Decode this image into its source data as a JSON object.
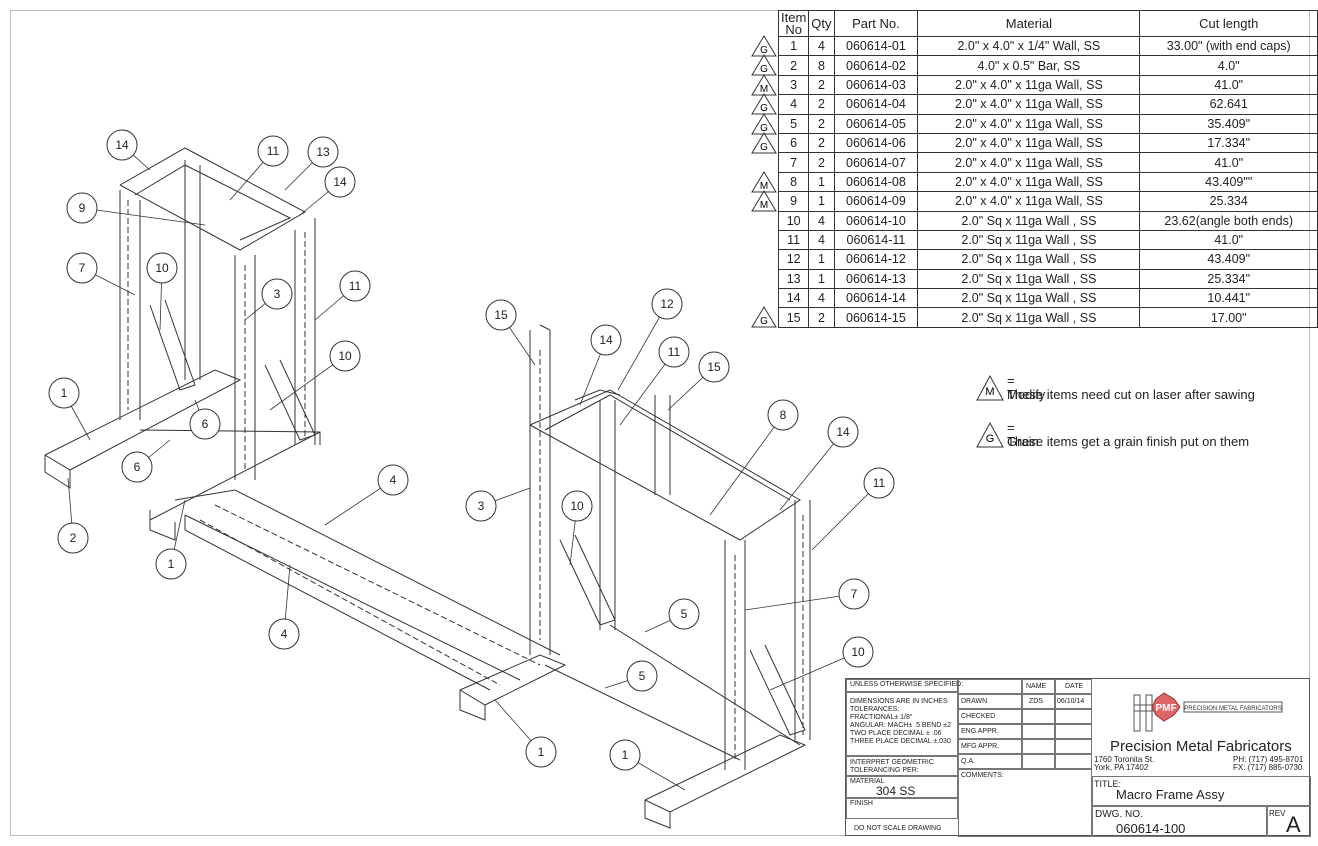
{
  "bom": {
    "headers": [
      "Item\nNo",
      "Qty",
      "Part No.",
      "Material",
      "Cut length"
    ],
    "rows": [
      {
        "item": "1",
        "qty": "4",
        "part": "060614-01",
        "material": "2.0\" x 4.0\" x 1/4\" Wall, SS",
        "cut": "33.00\" (with end caps)",
        "flag": "G"
      },
      {
        "item": "2",
        "qty": "8",
        "part": "060614-02",
        "material": "4.0\" x 0.5\" Bar, SS",
        "cut": "4.0\"",
        "flag": "G"
      },
      {
        "item": "3",
        "qty": "2",
        "part": "060614-03",
        "material": "2.0\" x 4.0\" x 11ga Wall, SS",
        "cut": "41.0\"",
        "flag": "M"
      },
      {
        "item": "4",
        "qty": "2",
        "part": "060614-04",
        "material": "2.0\" x 4.0\" x 11ga Wall, SS",
        "cut": "62.641",
        "flag": "G"
      },
      {
        "item": "5",
        "qty": "2",
        "part": "060614-05",
        "material": "2.0\" x 4.0\" x 11ga Wall, SS",
        "cut": "35.409\"",
        "flag": "G"
      },
      {
        "item": "6",
        "qty": "2",
        "part": "060614-06",
        "material": "2.0\" x 4.0\" x 11ga Wall, SS",
        "cut": "17.334\"",
        "flag": "G"
      },
      {
        "item": "7",
        "qty": "2",
        "part": "060614-07",
        "material": "2.0\" x 4.0\" x 11ga Wall, SS",
        "cut": "41.0\"",
        "flag": ""
      },
      {
        "item": "8",
        "qty": "1",
        "part": "060614-08",
        "material": "2.0\" x 4.0\" x 11ga Wall, SS",
        "cut": "43.409\"\"",
        "flag": "M"
      },
      {
        "item": "9",
        "qty": "1",
        "part": "060614-09",
        "material": "2.0\" x 4.0\" x 11ga Wall, SS",
        "cut": "25.334",
        "flag": "M"
      },
      {
        "item": "10",
        "qty": "4",
        "part": "060614-10",
        "material": "2.0\" Sq x 11ga Wall , SS",
        "cut": "23.62(angle both ends)",
        "flag": ""
      },
      {
        "item": "11",
        "qty": "4",
        "part": "060614-11",
        "material": "2.0\" Sq x 11ga Wall , SS",
        "cut": "41.0\"",
        "flag": ""
      },
      {
        "item": "12",
        "qty": "1",
        "part": "060614-12",
        "material": "2.0\" Sq x 11ga Wall , SS",
        "cut": "43.409\"",
        "flag": ""
      },
      {
        "item": "13",
        "qty": "1",
        "part": "060614-13",
        "material": "2.0\" Sq x 11ga Wall , SS",
        "cut": "25.334\"",
        "flag": ""
      },
      {
        "item": "14",
        "qty": "4",
        "part": "060614-14",
        "material": "2.0\" Sq x 11ga Wall , SS",
        "cut": "10.441\"",
        "flag": ""
      },
      {
        "item": "15",
        "qty": "2",
        "part": "060614-15",
        "material": "2.0\" Sq x 11ga Wall , SS",
        "cut": "17.00\"",
        "flag": "G"
      }
    ]
  },
  "legend": {
    "modify": {
      "symbol": "M",
      "label": "= Modify",
      "note": "These items need cut on laser after sawing"
    },
    "grain": {
      "symbol": "G",
      "label": "= Grain",
      "note": "These items get a grain finish put on them"
    }
  },
  "balloons": [
    "14",
    "11",
    "13",
    "14",
    "9",
    "7",
    "10",
    "3",
    "11",
    "10",
    "1",
    "6",
    "6",
    "2",
    "1",
    "4",
    "4",
    "15",
    "14",
    "12",
    "11",
    "15",
    "8",
    "14",
    "3",
    "10",
    "11",
    "7",
    "5",
    "5",
    "10",
    "1",
    "1"
  ],
  "title_block": {
    "unless_specified": "UNLESS OTHERWISE SPECIFIED:",
    "tolerances": [
      "DIMENSIONS ARE IN INCHES",
      "TOLERANCES:",
      "FRACTIONAL± 1/8\"",
      "ANGULAR: MACH± .5  BEND ±2",
      "TWO PLACE DECIMAL    ± .06",
      "THREE PLACE DECIMAL  ±.030"
    ],
    "geometric": [
      "INTERPRET GEOMETRIC",
      "TOLERANCING PER:"
    ],
    "material_label": "MATERIAL",
    "material_value": "304 SS",
    "finish_label": "FINISH",
    "do_not_scale": "DO NOT SCALE DRAWING",
    "name_header": "NAME",
    "date_header": "DATE",
    "drawn_label": "DRAWN",
    "drawn_name": "ZDS",
    "drawn_date": "06/10/14",
    "checked_label": "CHECKED",
    "eng_label": "ENG APPR.",
    "mfg_label": "MFG APPR.",
    "qa_label": "Q.A.",
    "comments_label": "COMMENTS:",
    "logo_mark": "PMF",
    "logo_text": "PRECISION METAL FABRICATORS",
    "company": "Precision Metal Fabricators",
    "address1": "1760 Toronita St.",
    "address2": "York, PA 17402",
    "phone": "PH: (717) 495-8701",
    "fax": "FX: (717) 885-0730",
    "title_label": "TITLE:",
    "title_value": "Macro Frame Assy",
    "dwg_label": "DWG. NO.",
    "dwg_value": "060614-100",
    "rev_label": "REV",
    "rev_value": "A"
  }
}
